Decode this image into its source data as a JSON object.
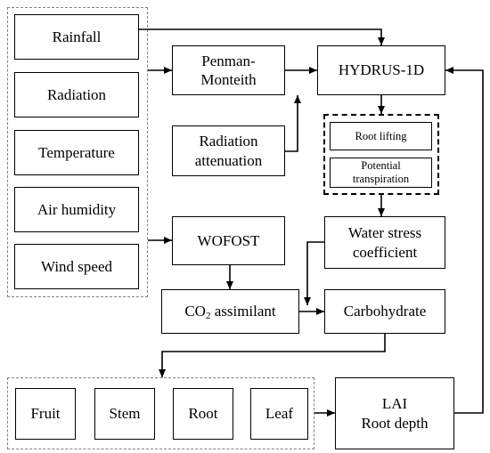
{
  "weather": {
    "rainfall": "Rainfall",
    "radiation": "Radiation",
    "temperature": "Temperature",
    "air_humidity": "Air humidity",
    "wind_speed": "Wind speed"
  },
  "penman_monteith": {
    "line1": "Penman-",
    "line2": "Monteith"
  },
  "radiation_attenuation": {
    "line1": "Radiation",
    "line2": "attenuation"
  },
  "hydrus": "HYDRUS-1D",
  "root_lifting": "Root lifting",
  "potential_transpiration": {
    "line1": "Potential",
    "line2": "transpiration"
  },
  "water_stress": {
    "line1": "Water stress",
    "line2": "coefficient"
  },
  "wofost": "WOFOST",
  "co2": {
    "prefix": "CO",
    "sub": "2",
    "suffix": " assimilant"
  },
  "carbohydrate": "Carbohydrate",
  "organs": {
    "fruit": "Fruit",
    "stem": "Stem",
    "root": "Root",
    "leaf": "Leaf"
  },
  "lai": {
    "line1": "LAI",
    "line2": "Root depth"
  }
}
